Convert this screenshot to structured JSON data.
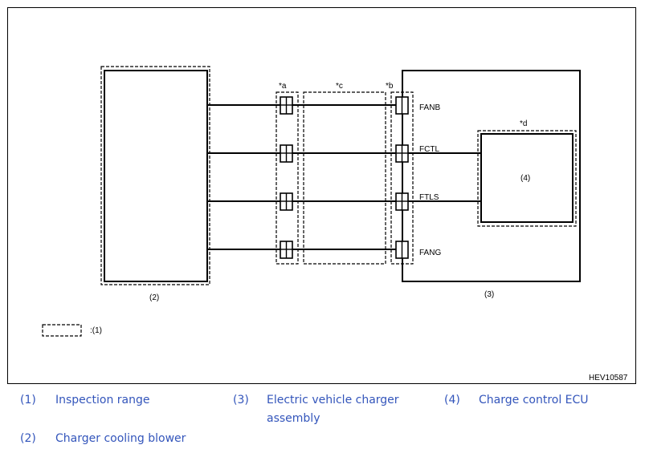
{
  "diagram": {
    "figure_id": "HEV10587",
    "markers": {
      "a": "*a",
      "b": "*b",
      "c": "*c",
      "d": "*d"
    },
    "component_labels": {
      "blower": "(2)",
      "charger": "(3)",
      "ecu": "(4)"
    },
    "pins": [
      "FANB",
      "FCTL",
      "FTLS",
      "FANG"
    ],
    "key": {
      "dashed_symbol_label": ":(1)"
    }
  },
  "legend": [
    {
      "num": "(1)",
      "text": "Inspection range"
    },
    {
      "num": "(2)",
      "text": "Charger cooling blower"
    },
    {
      "num": "(3)",
      "text": "Electric vehicle charger",
      "text2": "assembly"
    },
    {
      "num": "(4)",
      "text": "Charge control ECU"
    }
  ]
}
